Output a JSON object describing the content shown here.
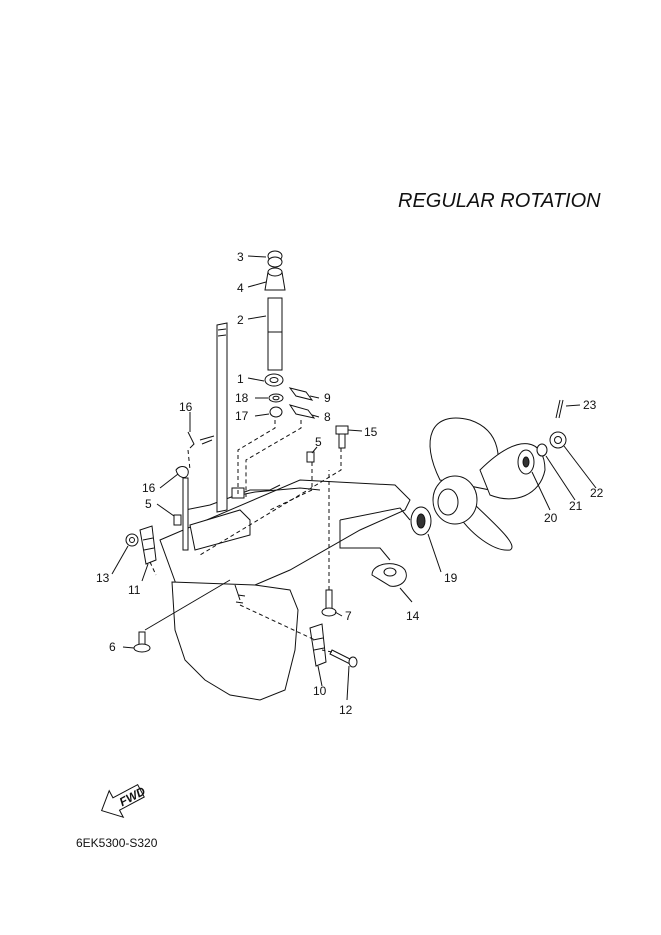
{
  "title": "REGULAR ROTATION",
  "part_code": "6EK5300-S320",
  "fwd_label": "FWD",
  "colors": {
    "line": "#111111",
    "background": "#ffffff"
  },
  "callouts": [
    "1",
    "2",
    "3",
    "4",
    "5",
    "5",
    "6",
    "7",
    "8",
    "9",
    "10",
    "11",
    "12",
    "13",
    "14",
    "15",
    "16",
    "16",
    "17",
    "18",
    "19",
    "20",
    "21",
    "22",
    "23"
  ]
}
